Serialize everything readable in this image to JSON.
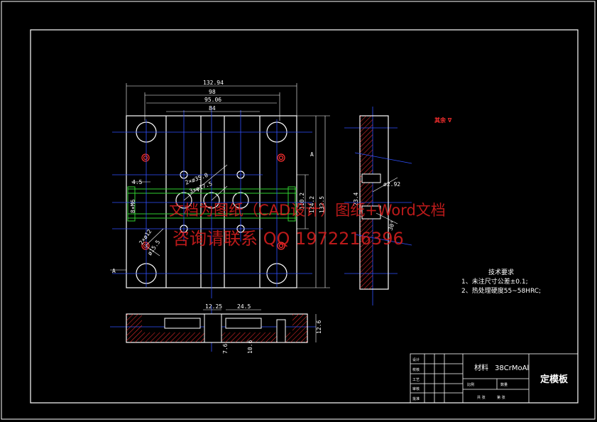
{
  "dimensions": {
    "overall_width": "132.94",
    "inner_width_98": "98",
    "inner_width_95": "95.06",
    "inner_width_84": "84",
    "edge_offset": "4.5",
    "bore_note_1": "2×ø35.0",
    "bore_note_2": "3×φ17.5",
    "height_1": "110.2",
    "height_2": "124.2",
    "height_3": "132.5",
    "small_1": "2×ø12",
    "small_2": "ø15.5",
    "small_3": "8×M6",
    "section_w1": "12.25",
    "section_w2": "24.5",
    "section_h": "12.6",
    "section_d1": "7.6",
    "section_d2": "10.6",
    "side_a": "23.4",
    "side_b": "ø2.92",
    "side_angle": "30°",
    "label_a": "A",
    "label_a2": "A"
  },
  "red_mark": "其余 ∇",
  "tech_notes": {
    "title": "技术要求",
    "line1": "1、未注尺寸公差±0.1;",
    "line2": "2、热处理硬度55~58HRC;"
  },
  "watermark": {
    "line1": "文档为图纸（CAD设计）图纸+Word文档",
    "line2": "咨询请联系 QQ 1972216396"
  },
  "title_block": {
    "material_label": "材料",
    "material_value": "38CrMoAl",
    "part_name": "定模板",
    "row_labels": [
      "设计",
      "校核",
      "工艺",
      "审核",
      "批准"
    ],
    "small_labels": [
      "比例",
      "数量",
      "共 张",
      "第 张"
    ]
  }
}
